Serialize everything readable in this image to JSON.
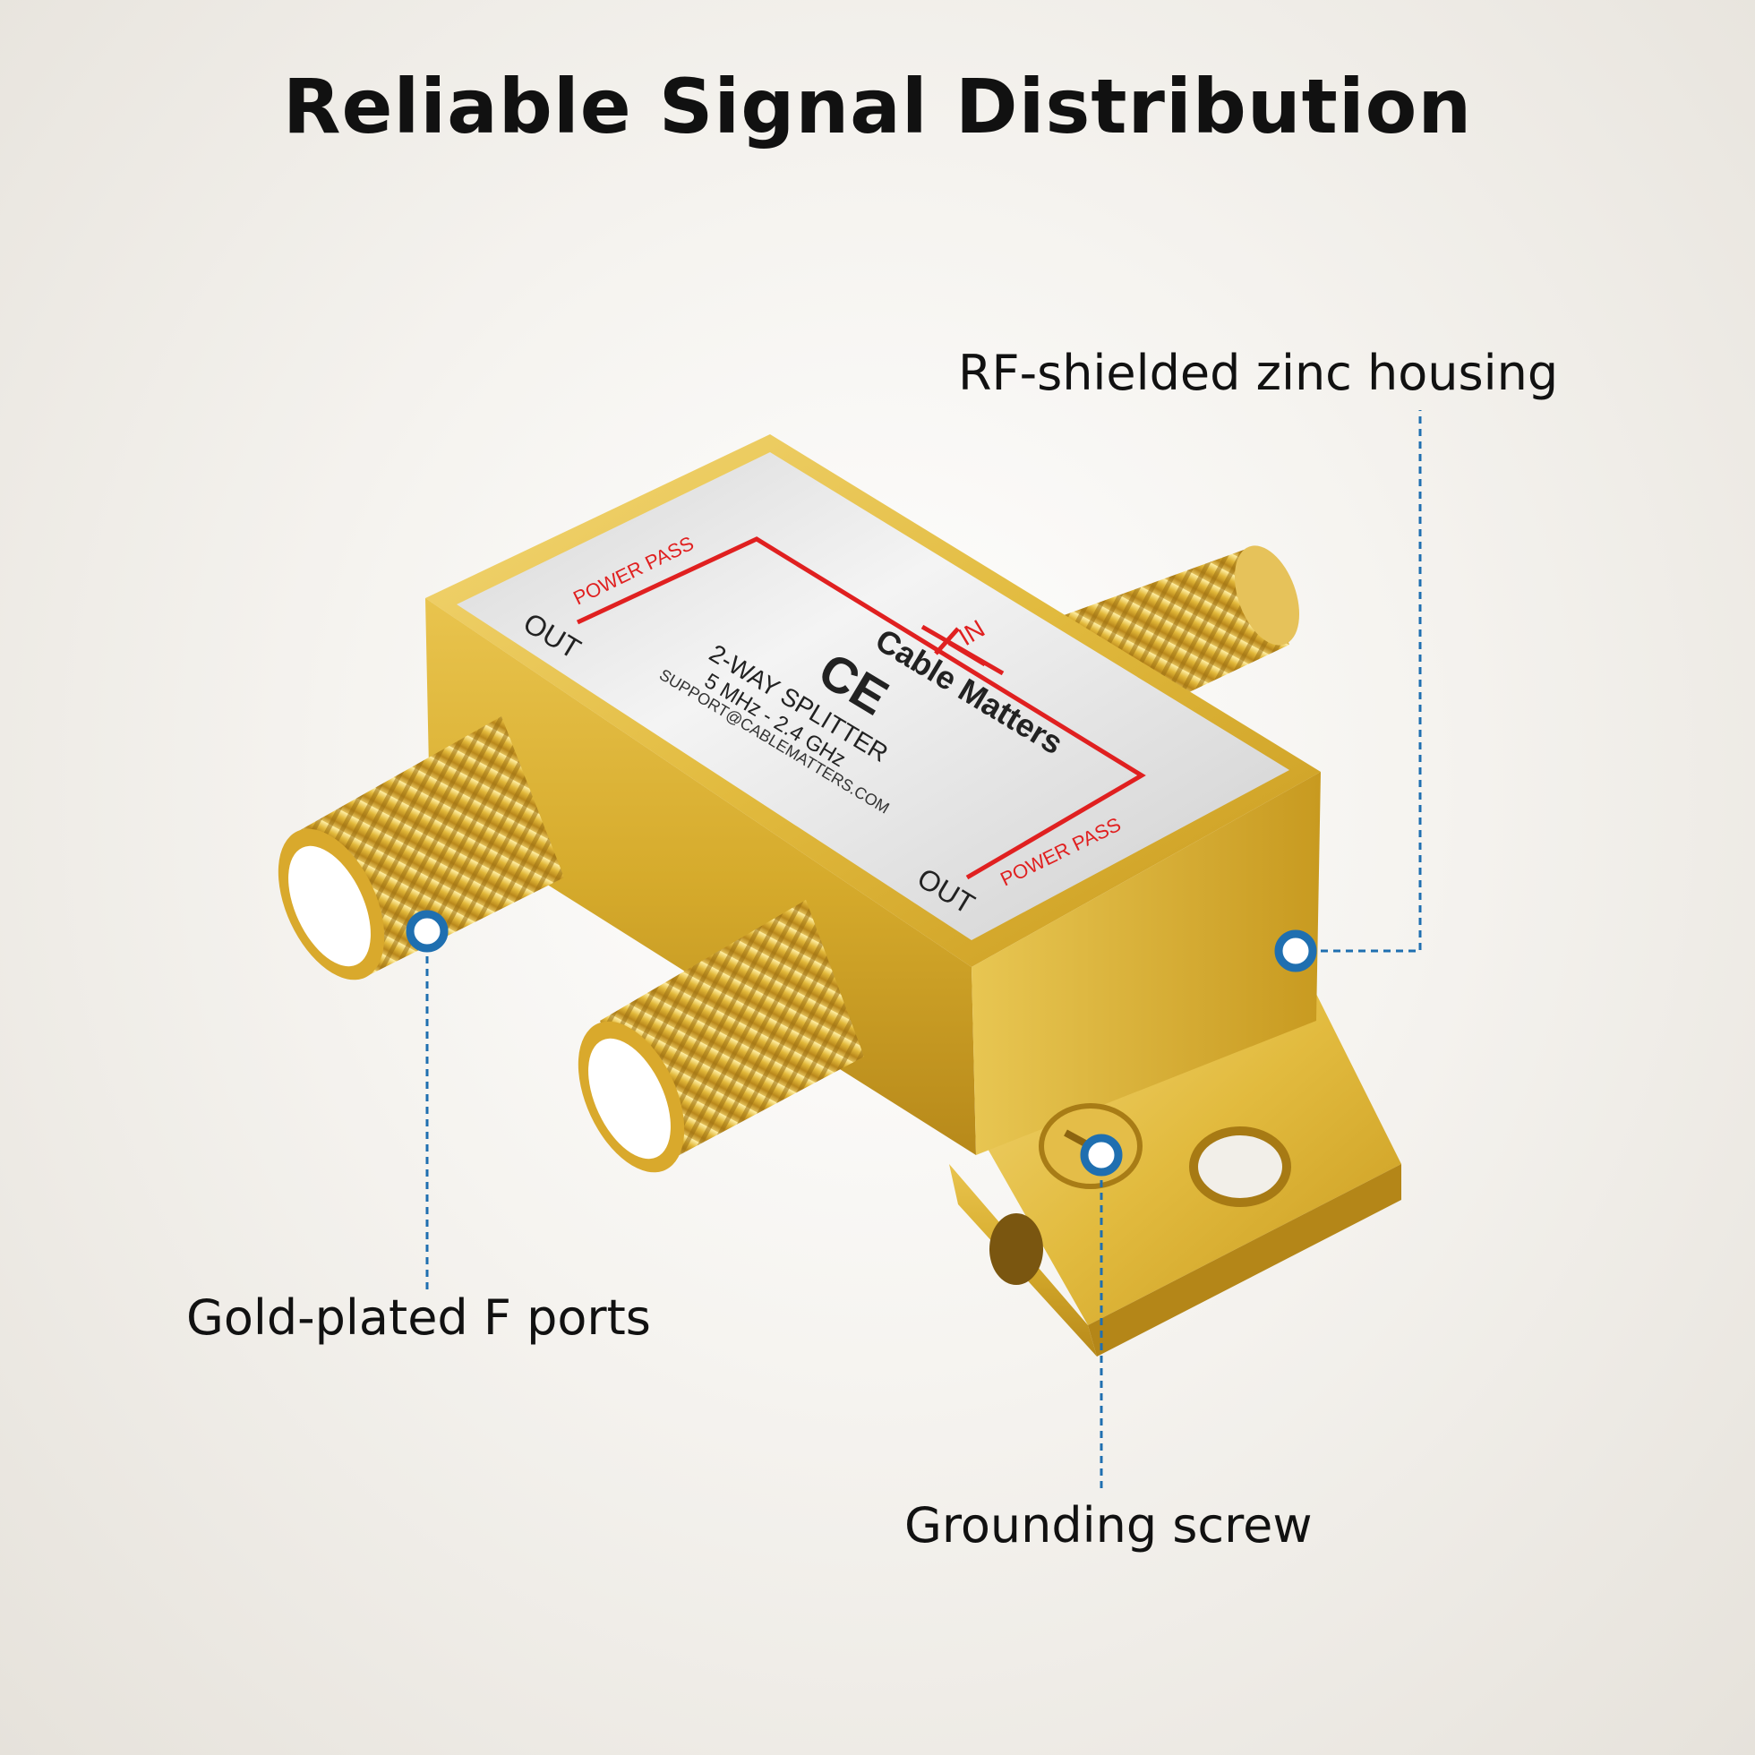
{
  "title": "Reliable Signal Distribution",
  "callouts": {
    "housing": "RF-shielded zinc housing",
    "ports": "Gold-plated F ports",
    "screw": "Grounding screw"
  },
  "device_label": {
    "brand": "Cable Matters",
    "model": "2-WAY SPLITTER",
    "freq": "5 MHz - 2.4 GHz",
    "support": "SUPPORT@CABLEMATTERS.COM",
    "in": "IN",
    "out_left": "OUT",
    "out_right": "OUT",
    "power_pass_left": "POWER PASS",
    "power_pass_right": "POWER PASS",
    "ce": "CE"
  },
  "colors": {
    "gold": "#d9b23a",
    "label_red": "#e02020",
    "callout_blue": "#1f6fb0"
  }
}
